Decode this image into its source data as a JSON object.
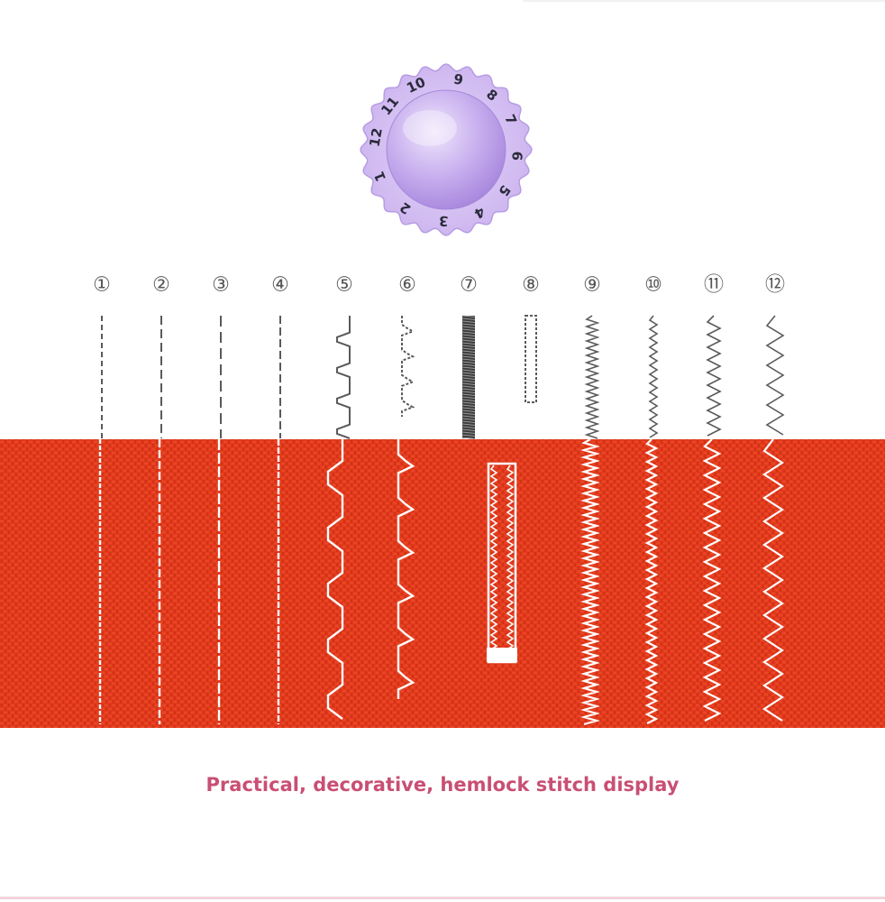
{
  "dial": {
    "numbers": [
      "1",
      "2",
      "3",
      "4",
      "5",
      "6",
      "7",
      "8",
      "9",
      "10",
      "11",
      "12"
    ],
    "colors": {
      "outer": "#d4bff0",
      "inner": "#b99be3",
      "highlight": "#ece2fb",
      "text": "#2a2a3a"
    }
  },
  "stitch_labels": [
    "①",
    "②",
    "③",
    "④",
    "⑤",
    "⑥",
    "⑦",
    "⑧",
    "⑨",
    "⑩",
    "⑪",
    "⑫"
  ],
  "stitch_icons": [
    "straight-stitch-icon",
    "straight-stitch-icon",
    "straight-stitch-icon",
    "straight-stitch-icon",
    "blind-hem-stitch-icon",
    "elastic-blind-stitch-icon",
    "satin-stitch-icon",
    "buttonhole-icon",
    "narrow-zigzag-icon",
    "tight-zigzag-icon",
    "zigzag-icon",
    "wide-zigzag-icon"
  ],
  "fabric_color": "#e2381c",
  "thread_color": "#ffffff",
  "caption": "Practical, decorative, hemlock stitch display",
  "caption_color": "#c94f74"
}
